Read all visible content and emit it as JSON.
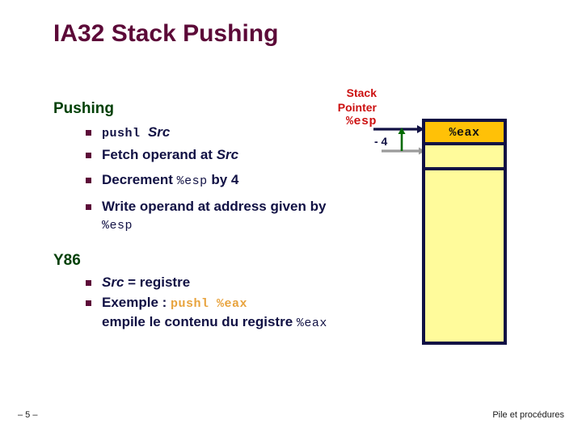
{
  "slide": {
    "title": "IA32 Stack Pushing"
  },
  "sections": {
    "pushing": {
      "heading": "Pushing",
      "items": [
        {
          "code": "pushl",
          "emph": "Src"
        },
        {
          "pre": "Fetch operand at ",
          "emph": "Src",
          "post": ""
        },
        {
          "pre": "Decrement ",
          "code": "%esp",
          "post": " by 4"
        },
        {
          "pre": "Write operand at address given by ",
          "code": "%esp",
          "post": ""
        }
      ]
    },
    "y86": {
      "heading": "Y86",
      "items": [
        {
          "emph": "Src",
          "post": " = registre"
        },
        {
          "pre": "Exemple : ",
          "code_orange": "pushl %eax",
          "line2_pre": "empile le contenu du registre ",
          "line2_code": "%eax"
        }
      ]
    }
  },
  "diagram": {
    "stack_pointer_line1": "Stack",
    "stack_pointer_line2": "Pointer",
    "stack_pointer_register": "%esp",
    "delta_label": "- 4",
    "stack_cells": [
      {
        "label": "%eax",
        "filled": true
      },
      {
        "label": "",
        "filled": false
      },
      {
        "label": "",
        "filled": false
      }
    ],
    "colors": {
      "pointer_red": "#CC1111",
      "stack_border": "#111144",
      "cell_filled": "#FFC107",
      "cell_empty": "#FFFB9B",
      "arrow_top": "#111144",
      "arrow_bottom": "#9A9A9A",
      "arrow_delta": "#026A02"
    }
  },
  "footer": {
    "page": "– 5 –",
    "note": "Pile et procédures"
  },
  "theme": {
    "title_color": "#5C0A38",
    "heading_color": "#014006",
    "body_color": "#111144",
    "bullet_marker_color": "#5C0A38",
    "code_orange": "#E8A33D"
  }
}
